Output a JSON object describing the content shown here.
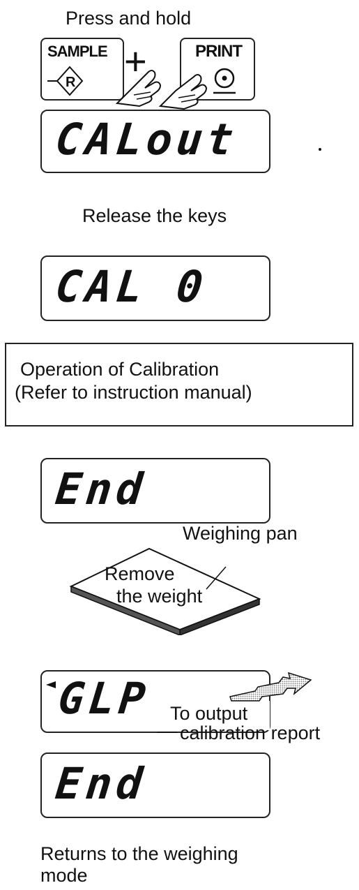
{
  "step1": {
    "instruction": "Press and hold"
  },
  "keys": {
    "sample_label": "SAMPLE",
    "sample_symbol": "R",
    "print_label": "PRINT",
    "plus": "+"
  },
  "displays": {
    "d1": "CALout",
    "d2": "CAL 0",
    "d3": "End",
    "d4": "GLP",
    "d5": "End"
  },
  "step2": {
    "instruction": "Release the keys"
  },
  "operation_box": {
    "line1": "Operation of Calibration",
    "line2": "(Refer to instruction manual)"
  },
  "pan": {
    "label": "Weighing pan",
    "text_line1": "Remove",
    "text_line2": "the weight"
  },
  "output": {
    "line1": "To output",
    "line2": "calibration report"
  },
  "final": {
    "line1": "Returns to the weighing",
    "line2": "mode"
  }
}
